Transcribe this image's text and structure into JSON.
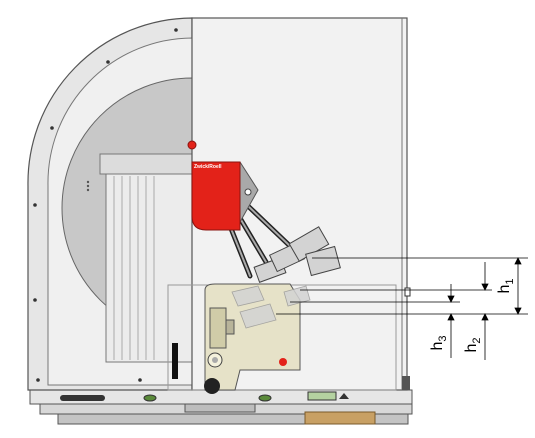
{
  "labels": {
    "h1": {
      "base": "h",
      "sub": "1"
    },
    "h2": {
      "base": "h",
      "sub": "2"
    },
    "h3": {
      "base": "h",
      "sub": "3"
    }
  },
  "brand_text": "Zwick/Roell",
  "colors": {
    "frame": "#e6e6e6",
    "frame_stroke": "#555555",
    "dial": "#c8c8c8",
    "panel": "#f2f2f2",
    "accent_red": "#e32219",
    "tester_gray": "#d3d3d3",
    "shadow_gray": "#a9a9a9",
    "anvil": "#e6e2c8",
    "wood": "#c8a064",
    "display": "#b4d2a0",
    "line": "#000000"
  },
  "icons": [
    "pendulum-hammer",
    "dial-scale",
    "knob",
    "indicator-light",
    "keypad",
    "lever"
  ]
}
